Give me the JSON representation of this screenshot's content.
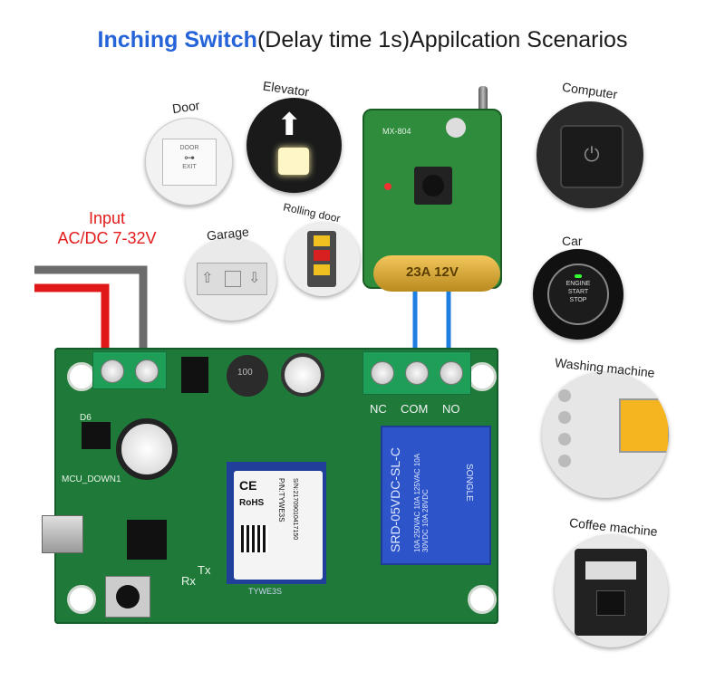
{
  "title": {
    "highlight": "Inching Switch",
    "rest": "(Delay time 1s)Appilcation Scenarios"
  },
  "input_label": {
    "line1": "Input",
    "line2": "AC/DC 7-32V"
  },
  "scenarios": {
    "door": "Door",
    "elevator": "Elevator",
    "garage": "Garage",
    "rolling_door": "Rolling door",
    "computer": "Computer",
    "car": "Car",
    "washing_machine": "Washing machine",
    "coffee_machine": "Coffee machine"
  },
  "terminals": {
    "nc": "NC",
    "com": "COM",
    "no": "NO"
  },
  "board_text": {
    "mcu": "MCU_DOWN1",
    "rx": "Rx",
    "tx": "Tx",
    "d6": "D6",
    "inductor": "100",
    "module_pn": "P/N:TYWE3S",
    "module_sn": "S/N:21709010417150",
    "module_ce": "CE",
    "module_rohs": "RoHS",
    "module_bottom": "TYWE3S",
    "relay_model": "SRD-05VDC-SL-C",
    "relay_specs": "10A 250VAC 10A 125VAC 10A 30VDC 10A 28VDC",
    "relay_brand": "SONGLE"
  },
  "remote_text": {
    "model": "MX-804",
    "battery": "23A 12V"
  },
  "button_labels": {
    "door_panel_top": "DOOR",
    "door_panel_bottom": "EXIT",
    "car_line1": "ENGINE",
    "car_line2": "START",
    "car_line3": "STOP"
  },
  "colors": {
    "title_highlight": "#2563d9",
    "input_label": "#e31b1b",
    "pcb": "#1f7a3a",
    "relay": "#2d55c9",
    "wire_blue": "#1d7fe0",
    "wire_red": "#e01818",
    "wire_gray": "#6b6b6b"
  }
}
